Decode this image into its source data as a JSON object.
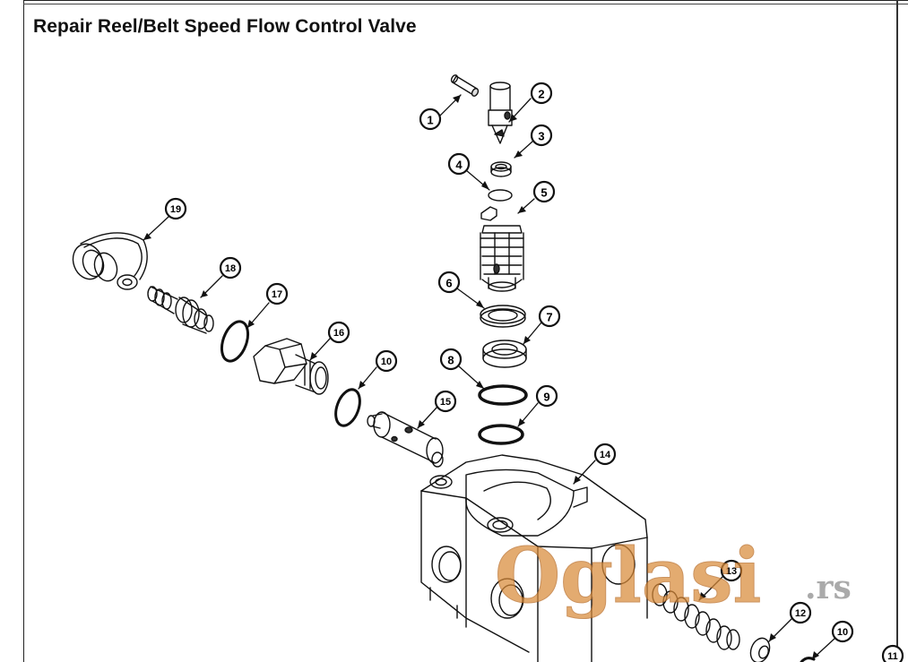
{
  "title": "Repair Reel/Belt Speed Flow Control Valve",
  "callouts": [
    "1",
    "2",
    "3",
    "4",
    "5",
    "6",
    "7",
    "8",
    "9",
    "10",
    "15",
    "14",
    "16",
    "17",
    "18",
    "19",
    "13",
    "12",
    "10",
    "11"
  ],
  "watermark": {
    "main": "Oglasi",
    "suffix": ".rs",
    "color": "#d98b3a"
  }
}
